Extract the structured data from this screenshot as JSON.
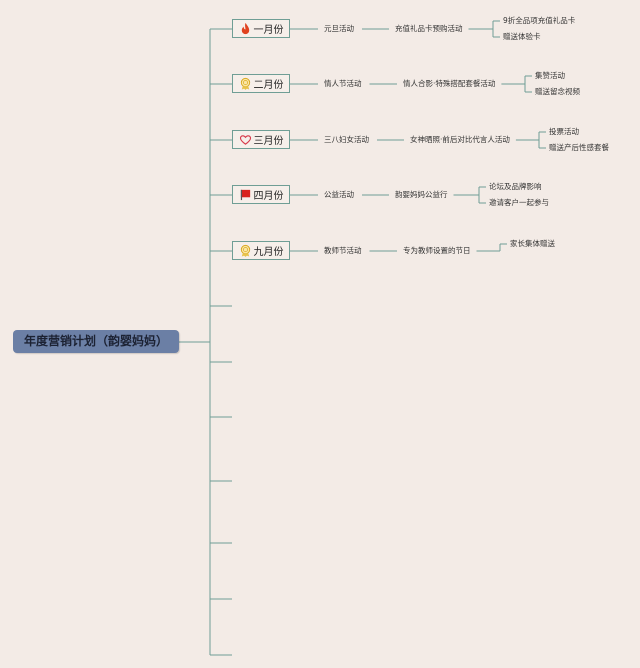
{
  "root": {
    "title": "年度营销计划（韵婴妈妈）"
  },
  "months": [
    {
      "label": "一月份",
      "icon": "fire-icon",
      "event": "元旦活动",
      "activity": "充值礼品卡预购活动",
      "details": [
        "9折全品项充值礼品卡",
        "赠送体验卡"
      ]
    },
    {
      "label": "二月份",
      "icon": "ribbon-medal-icon",
      "event": "情人节活动",
      "activity": "情人合影·特殊搭配套餐活动",
      "details": [
        "集赞活动",
        "赠送留念视频"
      ]
    },
    {
      "label": "三月份",
      "icon": "heart-outline-icon",
      "event": "三八妇女活动",
      "activity": "女神晒照·前后对比代言人活动",
      "details": [
        "投票活动",
        "赠送产后性感套餐"
      ]
    },
    {
      "label": "四月份",
      "icon": "red-flag-icon",
      "event": "公益活动",
      "activity": "韵婴妈妈公益行",
      "details": [
        "论坛及品牌影响",
        "邀请客户一起参与"
      ]
    },
    {
      "label": "九月份",
      "icon": "ribbon-medal-icon",
      "event": "教师节活动",
      "activity": "专为教师设置的节日",
      "details": [
        "家长集体赠送"
      ]
    }
  ],
  "colors": {
    "connector": "#6f9e95",
    "root_fill": "#6b7fa5",
    "background": "#f3ebe6"
  }
}
